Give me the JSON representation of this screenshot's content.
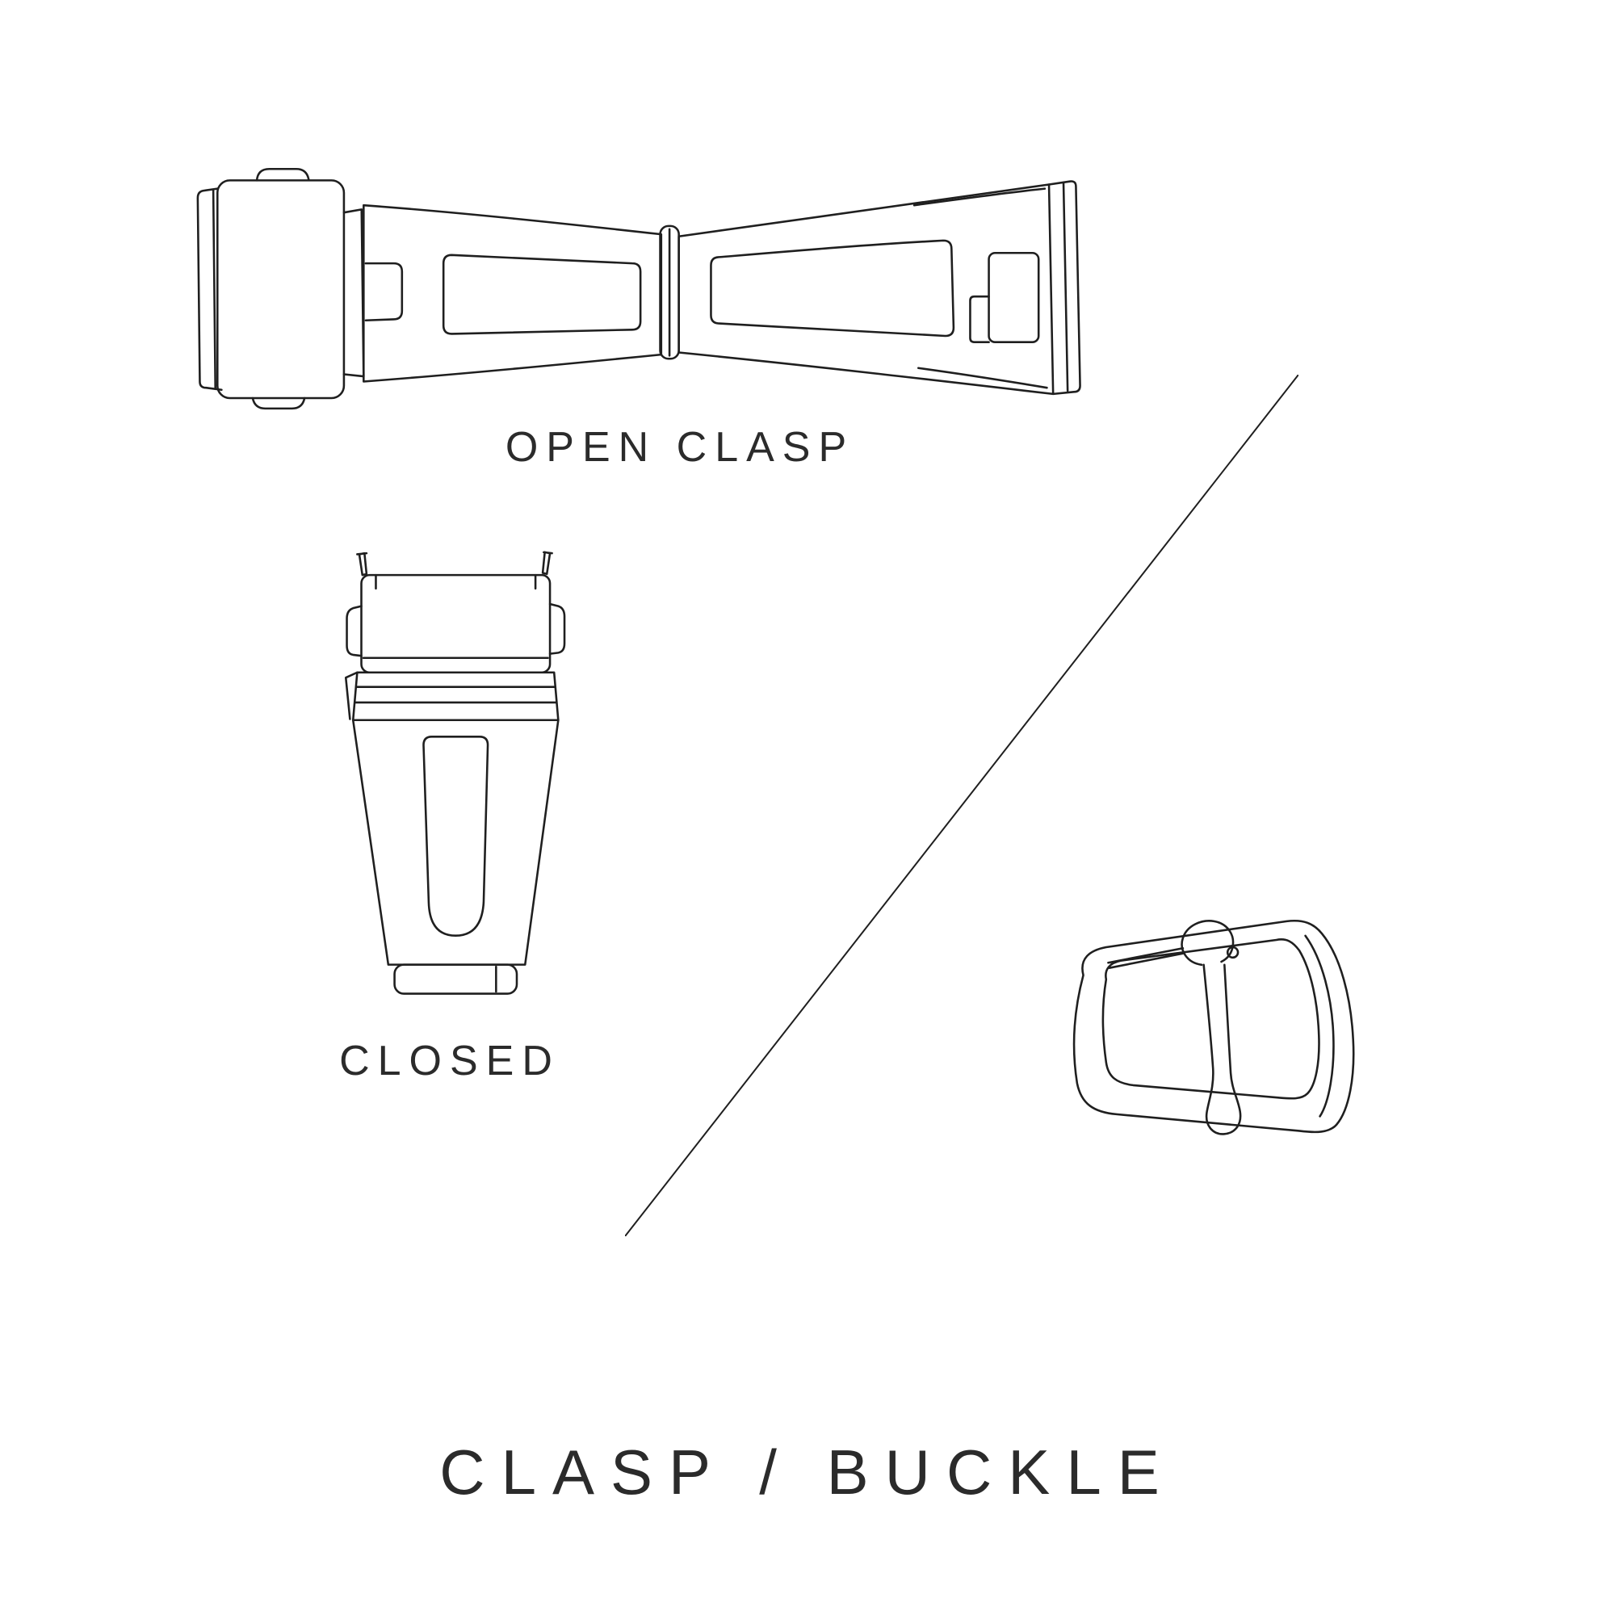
{
  "page": {
    "background_color": "#ffffff",
    "line_color": "#1f1f1f",
    "text_color": "#2b2b2b"
  },
  "labels": {
    "open_clasp": "OPEN CLASP",
    "closed": "CLOSED",
    "title": "CLASP / BUCKLE"
  },
  "figures": {
    "open_clasp": "open-clasp-line-drawing",
    "closed_clasp": "closed-clasp-line-drawing",
    "buckle": "pin-buckle-line-drawing",
    "divider": "diagonal-divider-line"
  }
}
